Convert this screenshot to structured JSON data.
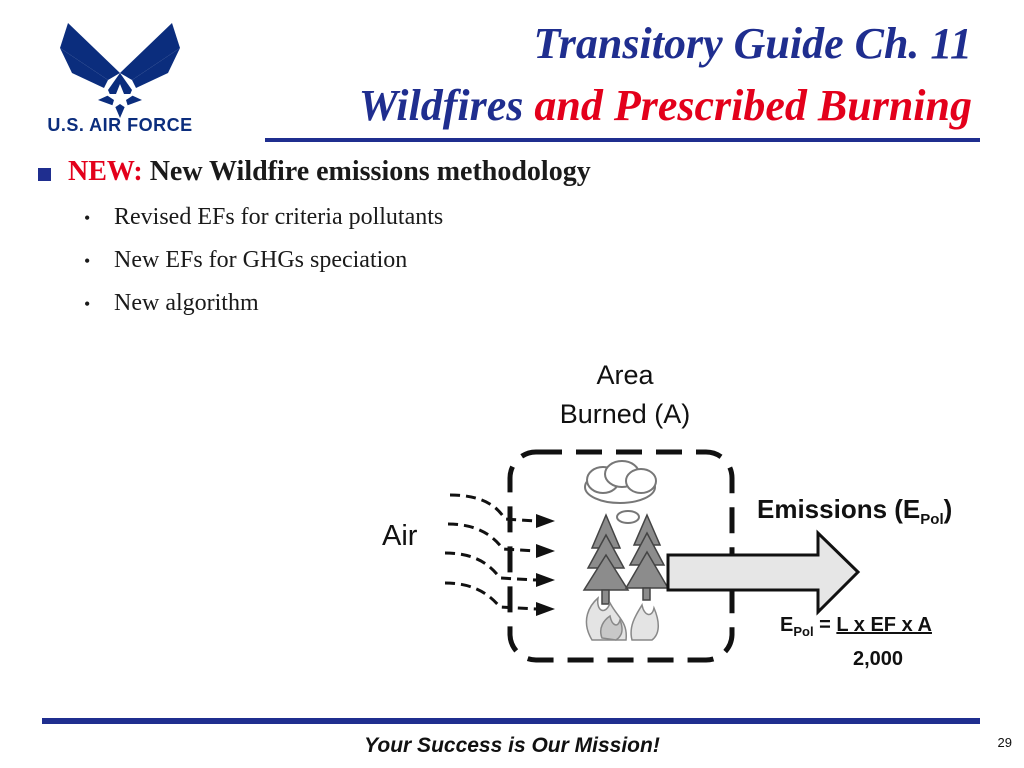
{
  "logo": {
    "text": "U.S. AIR FORCE",
    "icon": "air-force-wings-star-icon",
    "color": "#0b2d7d"
  },
  "title": {
    "line1": "Transitory Guide Ch. 11",
    "line2_part1": "Wildfires",
    "line2_part2": "and Prescribed Burning"
  },
  "colors": {
    "blue": "#1f2e8f",
    "red": "#e3001b"
  },
  "bullet": {
    "tag": "NEW:",
    "text": "New Wildfire emissions methodology",
    "sub_items": [
      "Revised EFs for criteria pollutants",
      "New EFs for GHGs speciation",
      "New algorithm"
    ]
  },
  "diagram": {
    "area_line1": "Area",
    "area_line2": "Burned (A)",
    "air": "Air",
    "emissions_prefix": "Emissions (E",
    "emissions_sub": "Pol",
    "emissions_suffix": ")",
    "formula_e": "E",
    "formula_sub": "Pol",
    "formula_eq": " = ",
    "formula_numerator": "L x EF x A",
    "formula_denominator": "2,000",
    "icons": [
      "cloud-icon",
      "pine-tree-icon",
      "flame-icon",
      "arrow-icon"
    ]
  },
  "footer": {
    "text": "Your Success is Our Mission!",
    "page": "29"
  }
}
